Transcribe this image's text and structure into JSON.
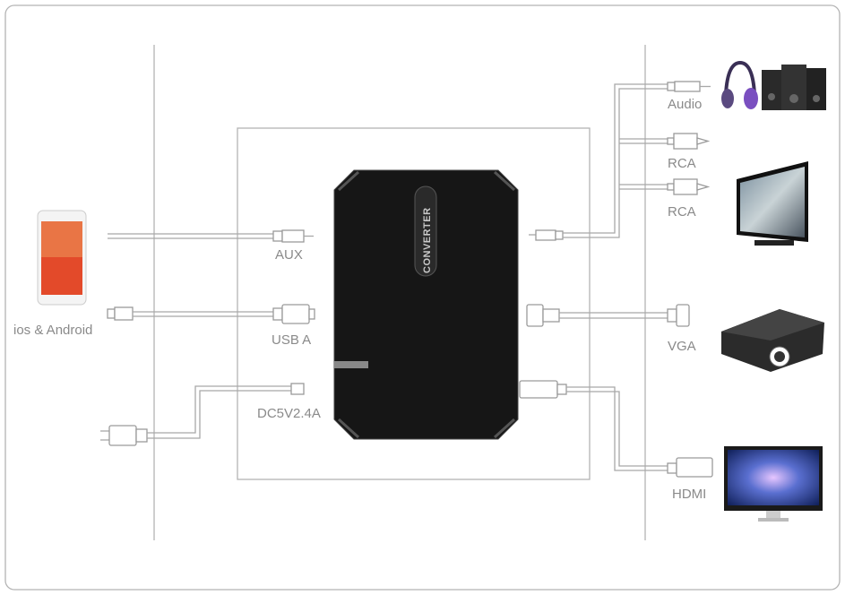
{
  "device": {
    "name": "CONVERTER"
  },
  "inputs": {
    "source_label": "ios & Android",
    "aux_label": "AUX",
    "usb_label": "USB A",
    "power_label": "DC5V2.4A"
  },
  "outputs": {
    "audio_label": "Audio",
    "rca1_label": "RCA",
    "rca2_label": "RCA",
    "vga_label": "VGA",
    "hdmi_label": "HDMI"
  },
  "colors": {
    "device_body": "#151515",
    "line": "#a8a8a8",
    "headphones": "#6a3fa8"
  }
}
